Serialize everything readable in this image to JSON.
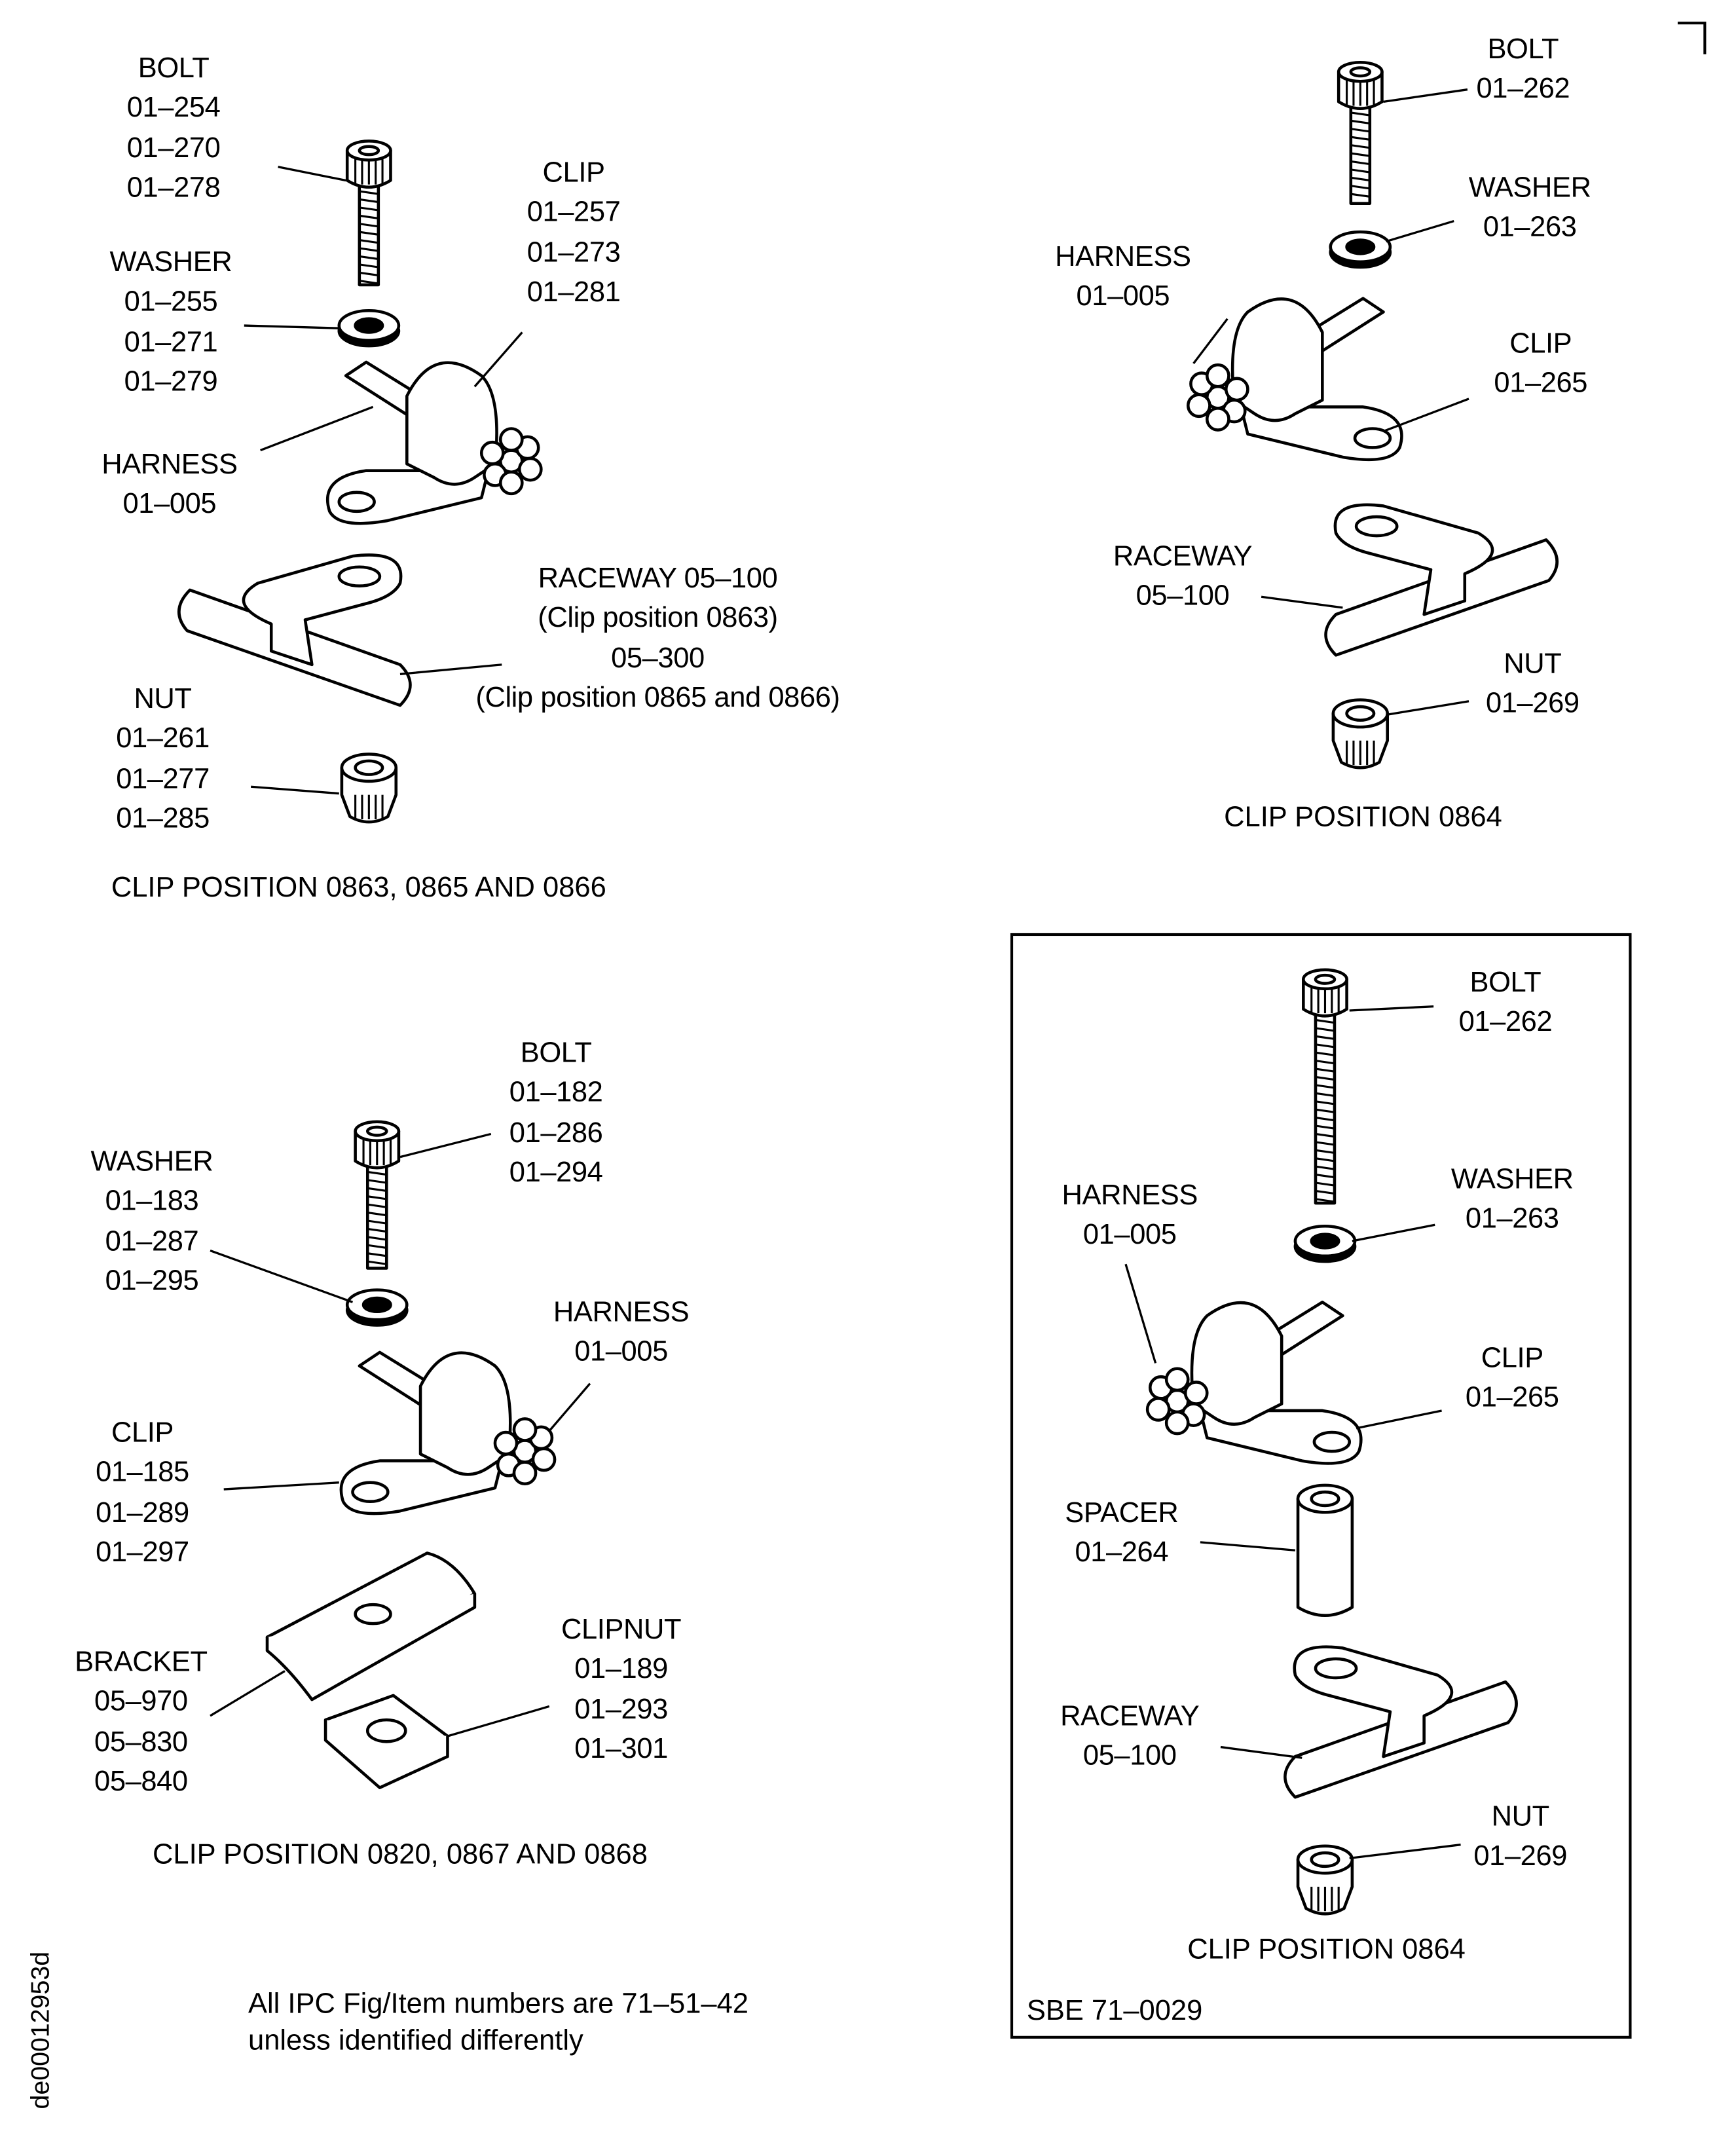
{
  "panels": {
    "tl": {
      "caption": "CLIP POSITION 0863, 0865 AND 0866",
      "labels": {
        "bolt": [
          "BOLT",
          "01–254",
          "01–270",
          "01–278"
        ],
        "clip": [
          "CLIP",
          "01–257",
          "01–273",
          "01–281"
        ],
        "washer": [
          "WASHER",
          "01–255",
          "01–271",
          "01–279"
        ],
        "harness": [
          "HARNESS",
          "01–005"
        ],
        "raceway": [
          "RACEWAY 05–100",
          "(Clip position 0863)",
          "05–300",
          "(Clip position 0865 and 0866)"
        ],
        "nut": [
          "NUT",
          "01–261",
          "01–277",
          "01–285"
        ]
      }
    },
    "tr": {
      "caption": "CLIP POSITION 0864",
      "labels": {
        "bolt": [
          "BOLT",
          "01–262"
        ],
        "washer": [
          "WASHER",
          "01–263"
        ],
        "harness": [
          "HARNESS",
          "01–005"
        ],
        "clip": [
          "CLIP",
          "01–265"
        ],
        "raceway": [
          "RACEWAY",
          "05–100"
        ],
        "nut": [
          "NUT",
          "01–269"
        ]
      }
    },
    "bl": {
      "caption": "CLIP POSITION 0820, 0867 AND 0868",
      "labels": {
        "bolt": [
          "BOLT",
          "01–182",
          "01–286",
          "01–294"
        ],
        "washer": [
          "WASHER",
          "01–183",
          "01–287",
          "01–295"
        ],
        "harness": [
          "HARNESS",
          "01–005"
        ],
        "clip": [
          "CLIP",
          "01–185",
          "01–289",
          "01–297"
        ],
        "bracket": [
          "BRACKET",
          "05–970",
          "05–830",
          "05–840"
        ],
        "clipnut": [
          "CLIPNUT",
          "01–189",
          "01–293",
          "01–301"
        ]
      }
    },
    "br": {
      "caption": "CLIP POSITION 0864",
      "sbe": "SBE 71–0029",
      "labels": {
        "bolt": [
          "BOLT",
          "01–262"
        ],
        "harness": [
          "HARNESS",
          "01–005"
        ],
        "washer": [
          "WASHER",
          "01–263"
        ],
        "clip": [
          "CLIP",
          "01–265"
        ],
        "spacer": [
          "SPACER",
          "01–264"
        ],
        "raceway": [
          "RACEWAY",
          "05–100"
        ],
        "nut": [
          "NUT",
          "01–269"
        ]
      }
    }
  },
  "note": [
    "All IPC Fig/Item numbers are 71–51–42",
    "unless identified differently"
  ],
  "drawing_id": "de00012953d"
}
